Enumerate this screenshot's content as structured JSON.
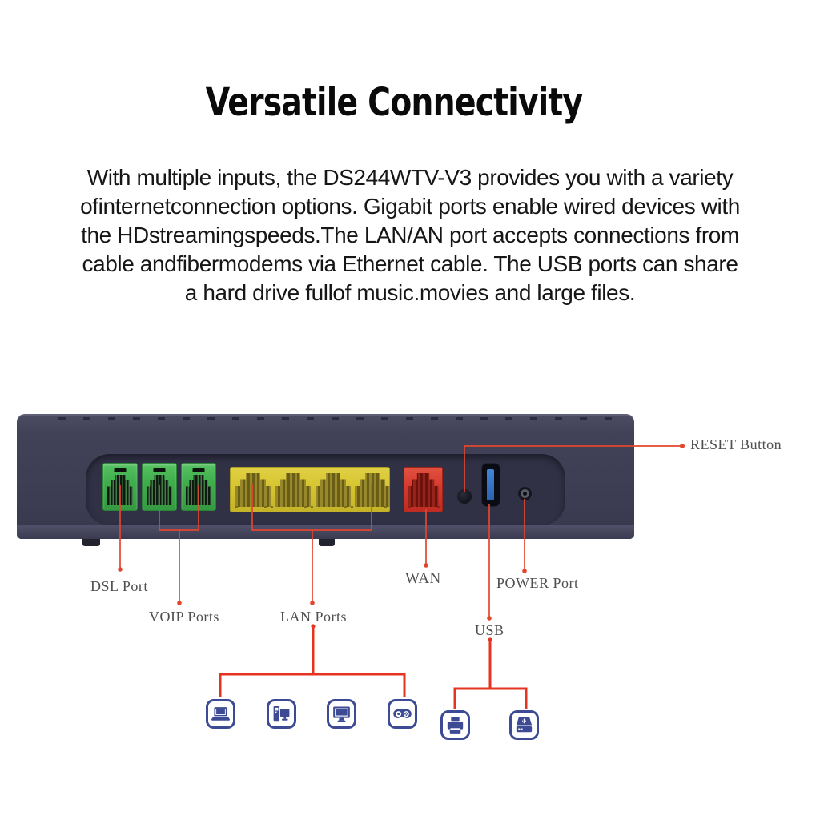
{
  "title": "Versatile Connectivity",
  "description_lines": [
    "With multiple inputs, the DS244WTV-V3 provides you with a variety",
    "ofinternetconnection options. Gigabit ports enable wired devices with",
    "the HDstreamingspeeds.The LAN/AN port accepts connections from",
    "cable andfibermodems via Ethernet cable. The USB ports can share",
    "a hard drive fullof music.movies and large files."
  ],
  "router": {
    "port_labels": {
      "dsl": "DSL Port",
      "voip": "VOIP Ports",
      "lan": "LAN Ports",
      "wan": "WAN",
      "power": "POWER Port",
      "usb": "USB",
      "reset": "RESET Button"
    },
    "port_counts": {
      "dsl_voip_green": 3,
      "lan_yellow": 4,
      "wan_red": 1,
      "usb": 1
    },
    "connected_devices": [
      "laptop",
      "desktop-computer",
      "monitor",
      "game-controller",
      "printer",
      "usb-hard-drive"
    ]
  },
  "colors": {
    "annotation_red": "#e2472e",
    "bracket_red": "#e53420",
    "router_body": "#404056",
    "panel_recess": "#313146",
    "port_green": "#3fae4c",
    "port_yellow": "#d6c52f",
    "port_red": "#d6392e",
    "usb_blue": "#3f86d8",
    "device_navy": "#3d4b94",
    "label_gray": "#4f4f4f"
  }
}
